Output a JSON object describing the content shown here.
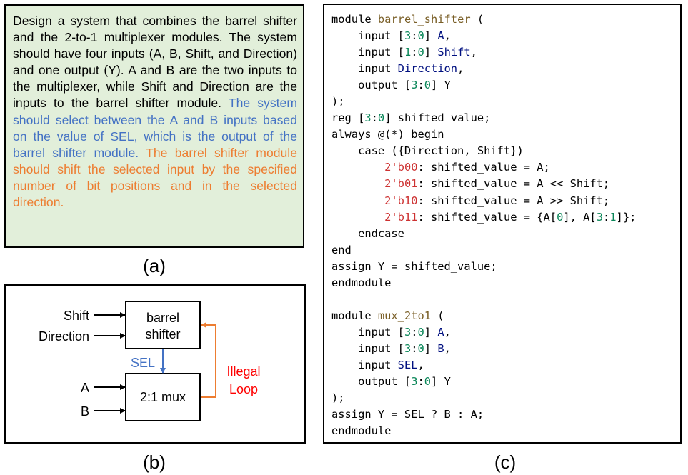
{
  "panel_a": {
    "caption": "(a)",
    "text_black": "Design a system that combines the barrel shifter and the 2-to-1 multiplexer modules. The system should have four inputs (A, B, Shift, and Direction) and one output (Y). A and B are the two inputs to the multiplexer, while Shift and Direction are the inputs to the barrel shifter module.",
    "text_blue": "The system should select between the A and B inputs based on the value of SEL, which is the output of the barrel shifter module.",
    "text_orange": "The barrel shifter module should shift the selected input by the specified number of bit positions and in the selected direction.",
    "colors": {
      "background": "#e2efda",
      "blue": "#4472c4",
      "orange": "#ed7d31"
    }
  },
  "panel_b": {
    "caption": "(b)",
    "inputs": {
      "shift": "Shift",
      "direction": "Direction",
      "a": "A",
      "b": "B"
    },
    "blocks": {
      "barrel_line1": "barrel",
      "barrel_line2": "shifter",
      "mux": "2:1 mux"
    },
    "sel_label": "SEL",
    "loop_label_line1": "Illegal",
    "loop_label_line2": "Loop",
    "colors": {
      "sel": "#4472c4",
      "loop": "#ed7d31",
      "loop_text": "#ff0000"
    }
  },
  "panel_c": {
    "caption": "(c)",
    "code": [
      [
        [
          "module ",
          ""
        ],
        [
          "barrel_shifter",
          "name"
        ],
        [
          " (",
          ""
        ]
      ],
      [
        [
          "    input [",
          ""
        ],
        [
          "3",
          "num"
        ],
        [
          ":",
          ""
        ],
        [
          "0",
          "num"
        ],
        [
          "] ",
          ""
        ],
        [
          "A",
          "var"
        ],
        [
          ",",
          ""
        ]
      ],
      [
        [
          "    input [",
          ""
        ],
        [
          "1",
          "num"
        ],
        [
          ":",
          ""
        ],
        [
          "0",
          "num"
        ],
        [
          "] ",
          ""
        ],
        [
          "Shift",
          "var"
        ],
        [
          ",",
          ""
        ]
      ],
      [
        [
          "    input ",
          ""
        ],
        [
          "Direction",
          "var"
        ],
        [
          ",",
          ""
        ]
      ],
      [
        [
          "    output [",
          ""
        ],
        [
          "3",
          "num"
        ],
        [
          ":",
          ""
        ],
        [
          "0",
          "num"
        ],
        [
          "] Y",
          ""
        ]
      ],
      [
        [
          ");",
          ""
        ]
      ],
      [
        [
          "reg [",
          ""
        ],
        [
          "3",
          "num"
        ],
        [
          ":",
          ""
        ],
        [
          "0",
          "num"
        ],
        [
          "] shifted_value;",
          ""
        ]
      ],
      [
        [
          "always @(*) begin",
          ""
        ]
      ],
      [
        [
          "    case ({Direction, Shift})",
          ""
        ]
      ],
      [
        [
          "        ",
          ""
        ],
        [
          "2'b00",
          "lit"
        ],
        [
          ": shifted_value = A;",
          ""
        ]
      ],
      [
        [
          "        ",
          ""
        ],
        [
          "2'b01",
          "lit"
        ],
        [
          ": shifted_value = A << Shift;",
          ""
        ]
      ],
      [
        [
          "        ",
          ""
        ],
        [
          "2'b10",
          "lit"
        ],
        [
          ": shifted_value = A >> Shift;",
          ""
        ]
      ],
      [
        [
          "        ",
          ""
        ],
        [
          "2'b11",
          "lit"
        ],
        [
          ": shifted_value = {A[",
          ""
        ],
        [
          "0",
          "num"
        ],
        [
          "], A[",
          ""
        ],
        [
          "3",
          "num"
        ],
        [
          ":",
          ""
        ],
        [
          "1",
          "num"
        ],
        [
          "]};",
          ""
        ]
      ],
      [
        [
          "    endcase",
          ""
        ]
      ],
      [
        [
          "end",
          ""
        ]
      ],
      [
        [
          "assign Y = shifted_value;",
          ""
        ]
      ],
      [
        [
          "endmodule",
          ""
        ]
      ],
      [
        [
          "",
          ""
        ]
      ],
      [
        [
          "module ",
          ""
        ],
        [
          "mux_2to1",
          "name"
        ],
        [
          " (",
          ""
        ]
      ],
      [
        [
          "    input [",
          ""
        ],
        [
          "3",
          "num"
        ],
        [
          ":",
          ""
        ],
        [
          "0",
          "num"
        ],
        [
          "] ",
          ""
        ],
        [
          "A",
          "var"
        ],
        [
          ",",
          ""
        ]
      ],
      [
        [
          "    input [",
          ""
        ],
        [
          "3",
          "num"
        ],
        [
          ":",
          ""
        ],
        [
          "0",
          "num"
        ],
        [
          "] ",
          ""
        ],
        [
          "B",
          "var"
        ],
        [
          ",",
          ""
        ]
      ],
      [
        [
          "    input ",
          ""
        ],
        [
          "SEL",
          "var"
        ],
        [
          ",",
          ""
        ]
      ],
      [
        [
          "    output [",
          ""
        ],
        [
          "3",
          "num"
        ],
        [
          ":",
          ""
        ],
        [
          "0",
          "num"
        ],
        [
          "] Y",
          ""
        ]
      ],
      [
        [
          ");",
          ""
        ]
      ],
      [
        [
          "assign Y = SEL ? B : A;",
          ""
        ]
      ],
      [
        [
          "endmodule",
          ""
        ]
      ]
    ],
    "syntax_colors": {
      "name": "#795e26",
      "num": "#098658",
      "var": "#001080",
      "lit": "#cd3131"
    }
  }
}
